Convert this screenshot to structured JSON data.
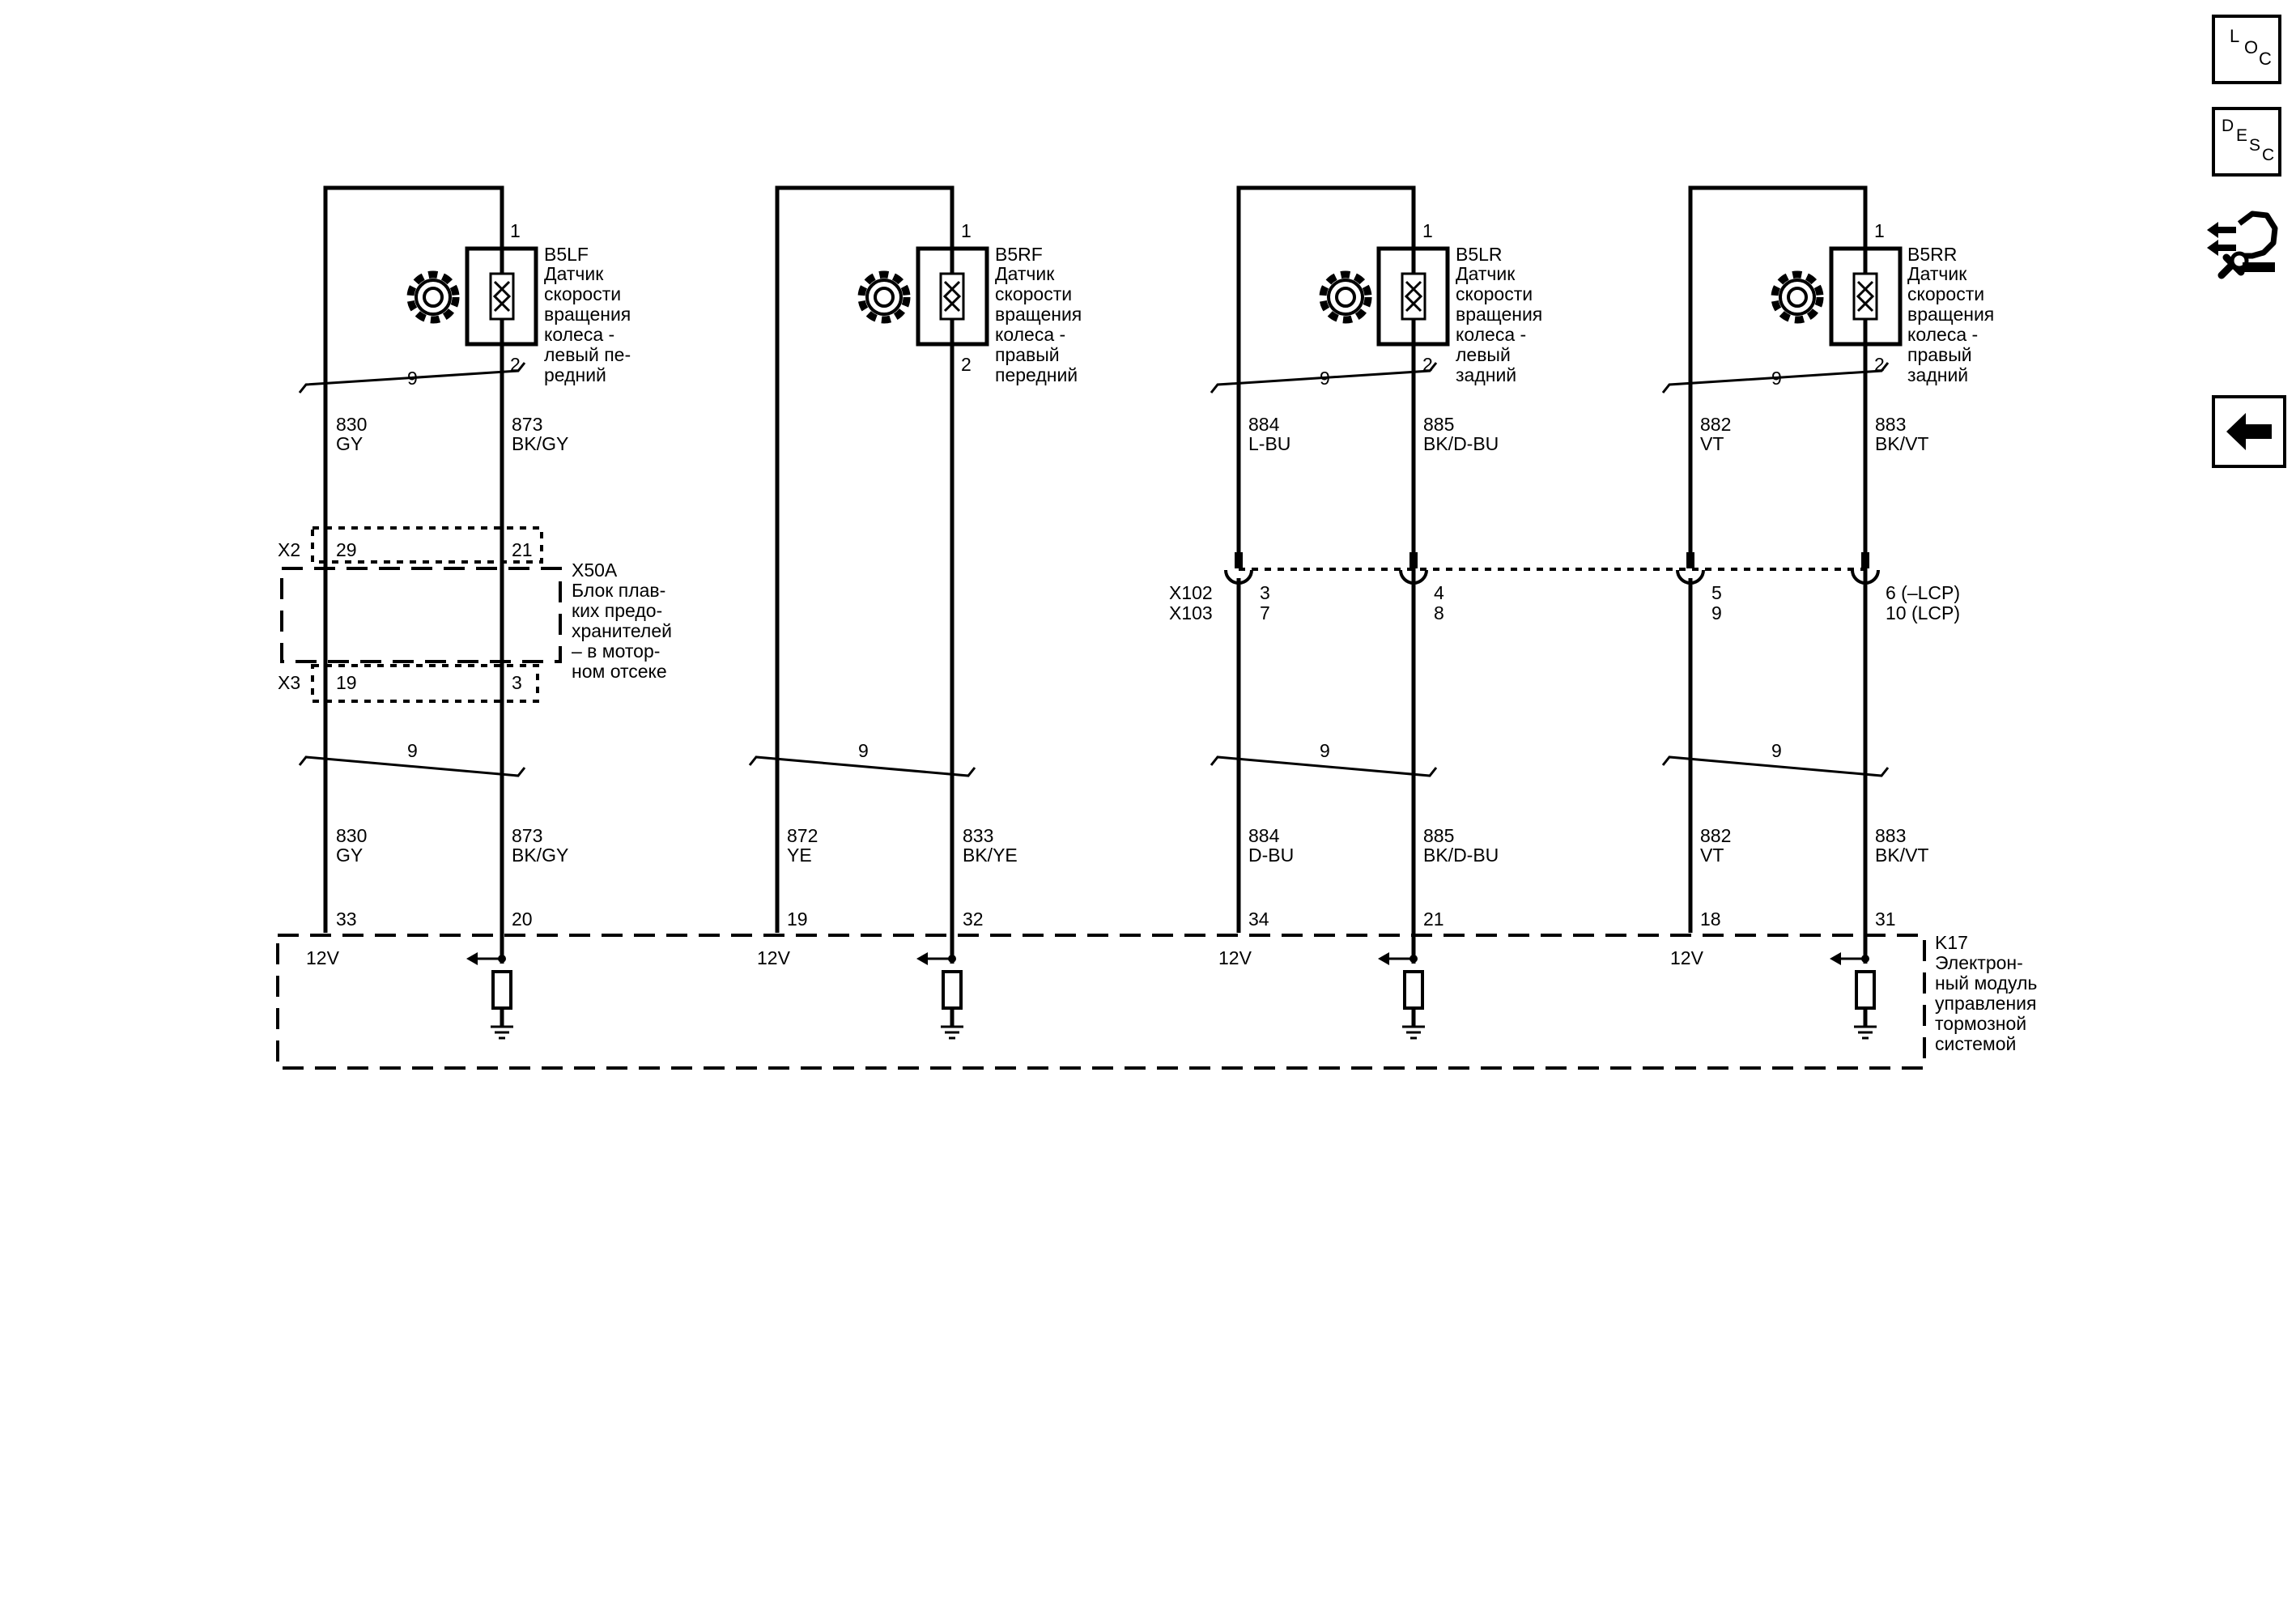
{
  "nav": {
    "loc": {
      "big": "L",
      "mid": "O",
      "small": "C"
    },
    "desc": {
      "d": "D",
      "e": "E",
      "s": "S",
      "c": "C"
    }
  },
  "sensors": [
    {
      "id": "B5LF",
      "desc": [
        "Датчик",
        "скорости",
        "вращения",
        "колеса -",
        "левый пе-",
        "редний"
      ],
      "pin_top": "1",
      "pin_bot": "2",
      "bundle": "9",
      "left_wire_upper": {
        "num": "830",
        "color": "GY"
      },
      "right_wire_upper": {
        "num": "873",
        "color": "BK/GY"
      },
      "left_wire_lower": {
        "num": "830",
        "color": "GY"
      },
      "right_wire_lower": {
        "num": "873",
        "color": "BK/GY"
      },
      "bundle_lower": "9",
      "module_pin_left": "33",
      "module_pin_right": "20",
      "voltage": "12V"
    },
    {
      "id": "B5RF",
      "desc": [
        "Датчик",
        "скорости",
        "вращения",
        "колеса -",
        "правый",
        "передний"
      ],
      "pin_top": "1",
      "pin_bot": "2",
      "left_wire_lower": {
        "num": "872",
        "color": "YE"
      },
      "right_wire_lower": {
        "num": "833",
        "color": "BK/YE"
      },
      "bundle_lower": "9",
      "module_pin_left": "19",
      "module_pin_right": "32",
      "voltage": "12V"
    },
    {
      "id": "B5LR",
      "desc": [
        "Датчик",
        "скорости",
        "вращения",
        "колеса -",
        "левый",
        "задний"
      ],
      "pin_top": "1",
      "pin_bot": "2",
      "bundle": "9",
      "left_wire_upper": {
        "num": "884",
        "color": "L-BU"
      },
      "right_wire_upper": {
        "num": "885",
        "color": "BK/D-BU"
      },
      "conn_left": [
        "3",
        "7"
      ],
      "conn_right": [
        "4",
        "8"
      ],
      "left_wire_lower": {
        "num": "884",
        "color": "D-BU"
      },
      "right_wire_lower": {
        "num": "885",
        "color": "BK/D-BU"
      },
      "bundle_lower": "9",
      "module_pin_left": "34",
      "module_pin_right": "21",
      "voltage": "12V"
    },
    {
      "id": "B5RR",
      "desc": [
        "Датчик",
        "скорости",
        "вращения",
        "колеса -",
        "правый",
        "задний"
      ],
      "pin_top": "1",
      "pin_bot": "2",
      "bundle": "9",
      "left_wire_upper": {
        "num": "882",
        "color": "VT"
      },
      "right_wire_upper": {
        "num": "883",
        "color": "BK/VT"
      },
      "conn_left": [
        "5",
        "9"
      ],
      "conn_right": [
        "6 (–LCP)",
        "10 (LCP)"
      ],
      "left_wire_lower": {
        "num": "882",
        "color": "VT"
      },
      "right_wire_lower": {
        "num": "883",
        "color": "BK/VT"
      },
      "bundle_lower": "9",
      "module_pin_left": "18",
      "module_pin_right": "31",
      "voltage": "12V"
    }
  ],
  "fuse_block": {
    "id": "X50A",
    "desc": [
      "Блок плав-",
      "ких предо-",
      "хранителей",
      "– в мотор-",
      "ном отсеке"
    ],
    "x2": {
      "label": "X2",
      "pin_left": "29",
      "pin_right": "21"
    },
    "x3": {
      "label": "X3",
      "pin_left": "19",
      "pin_right": "3"
    }
  },
  "inline_connector": {
    "top": "X102",
    "bottom": "X103"
  },
  "module": {
    "id": "K17",
    "desc": [
      "Электрон-",
      "ный модуль",
      "управления",
      "тормозной",
      "системой"
    ]
  }
}
